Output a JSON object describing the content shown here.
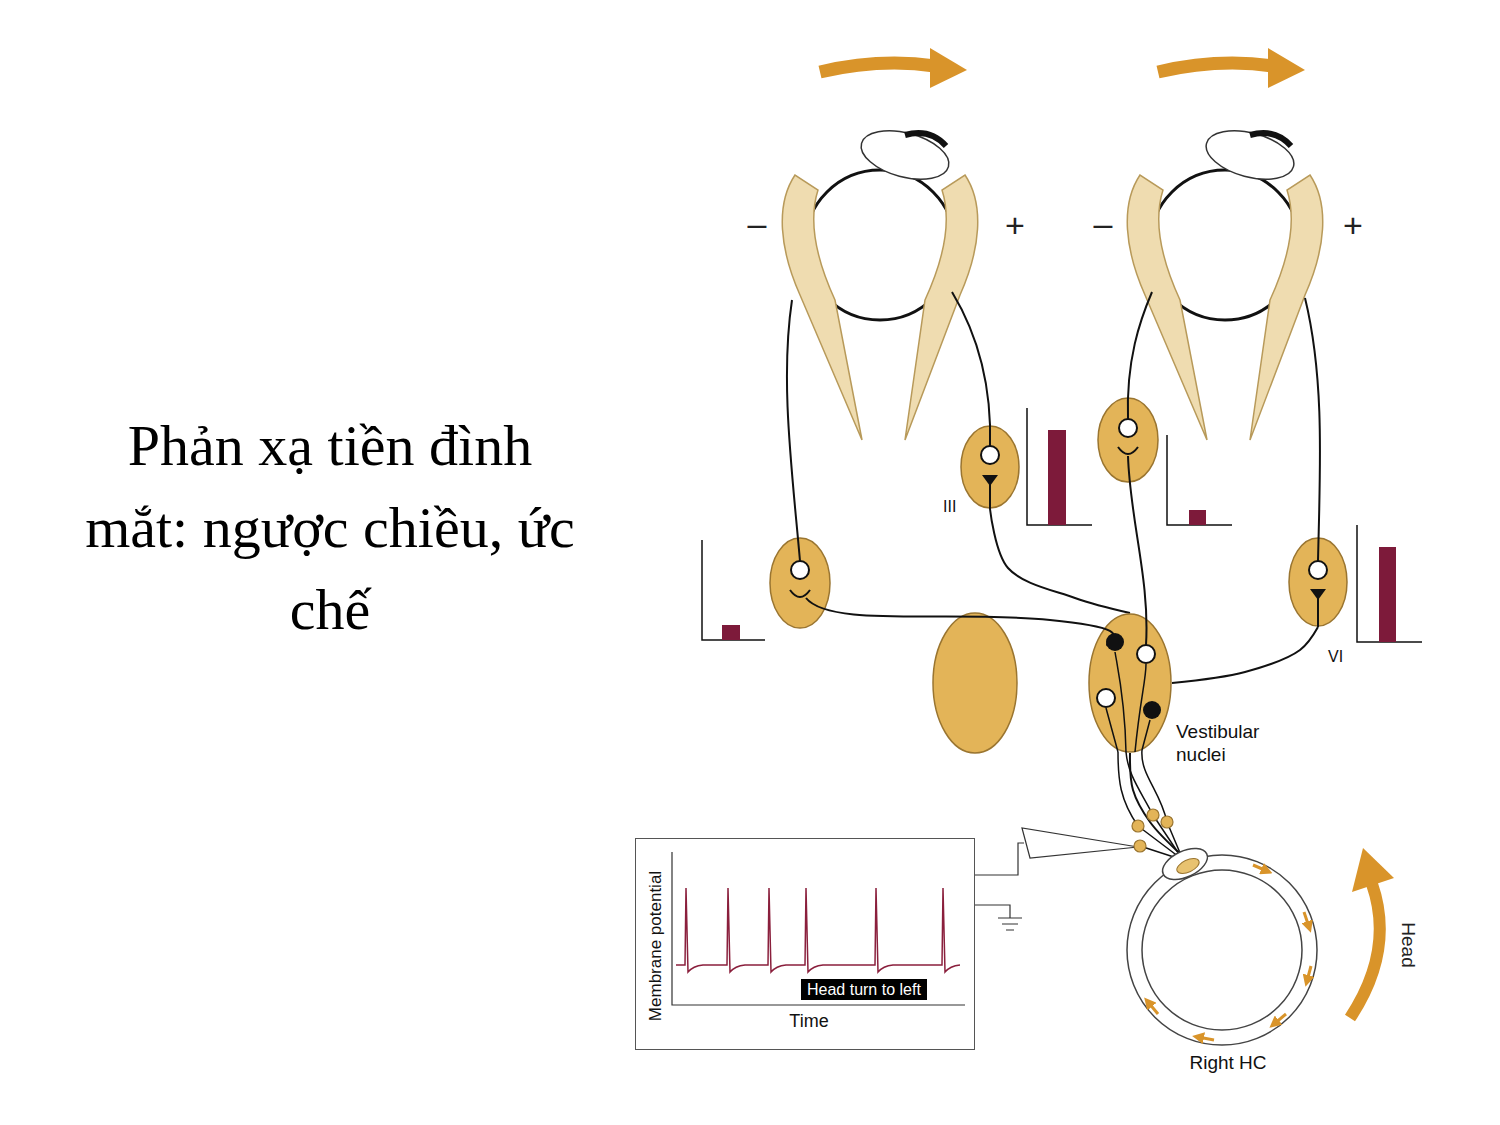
{
  "diagram": {
    "title": "Phản xạ tiền đình mắt: ngược chiều, ức chế",
    "nodes": [
      {
        "text": [
          "III"
        ]
      },
      {
        "text": [
          "VI"
        ]
      },
      {
        "text": [
          "Vestibular nuclei"
        ]
      },
      {
        "text": [
          "Membrane potential",
          "Time",
          "Head turn to left"
        ]
      },
      {
        "text": [
          "Right HC"
        ]
      }
    ],
    "edges": [
      {
        "from": 4,
        "to": 2,
        "arrow": "none"
      },
      {
        "from": 2,
        "to": 0,
        "arrow": "none"
      },
      {
        "from": 2,
        "to": 1,
        "arrow": "none"
      }
    ],
    "labels": [
      "–",
      "+",
      "–",
      "+",
      "Head"
    ]
  }
}
